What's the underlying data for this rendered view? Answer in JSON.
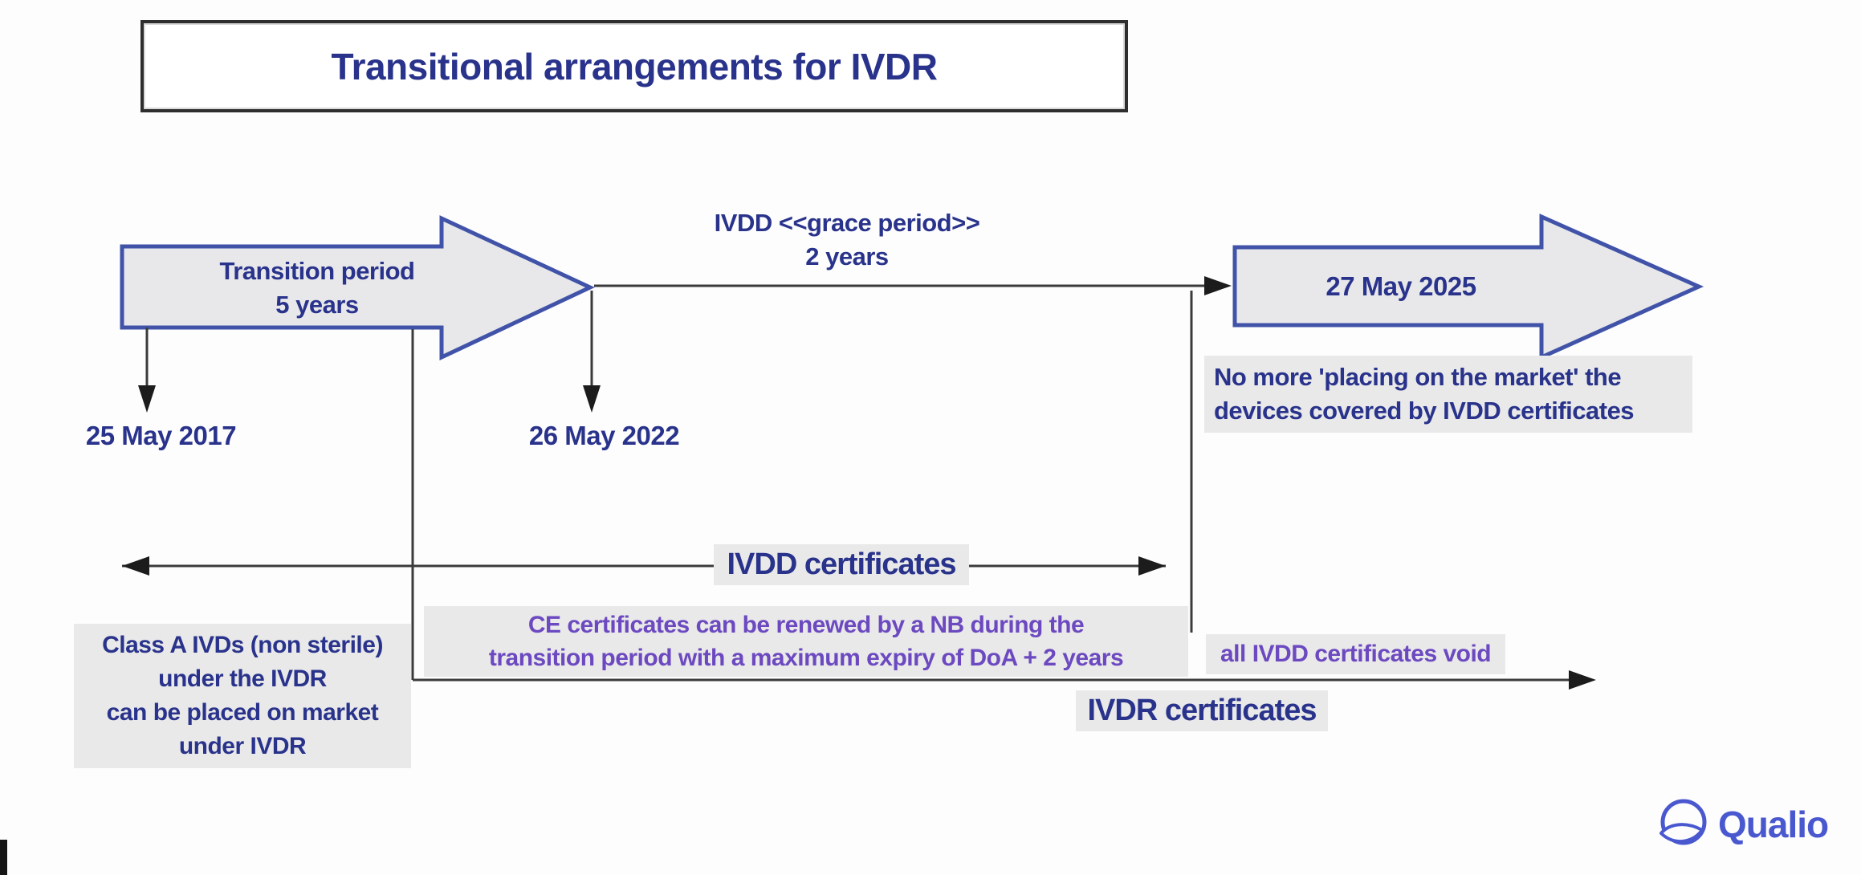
{
  "title": {
    "text": "Transitional arrangements for IVDR"
  },
  "colors": {
    "navy_text": "#29338b",
    "purple_text": "#6c49c0",
    "arrow_fill": "#e8e8eb",
    "arrow_border": "#4053a8",
    "highlight_bg": "#e9e9e9",
    "line": "#3b3b3b",
    "brand_blue": "#4a58d0"
  },
  "timeline": {
    "arrow1": {
      "label_line1": "Transition period",
      "label_line2": "5 years"
    },
    "grace": {
      "line1": "IVDD <<grace period>>",
      "line2": "2 years"
    },
    "arrow2": {
      "label": "27 May 2025"
    },
    "dates": {
      "start": "25 May 2017",
      "mid": "26 May 2022"
    }
  },
  "notes": {
    "no_more": {
      "line1": "No more 'placing on the market' the",
      "line2": "devices covered by IVDD certificates"
    },
    "ivdd_cert_label": "IVDD certificates",
    "ce_renew": {
      "line1": "CE certificates can be renewed by a NB during the",
      "line2": "transition period with a maximum expiry of DoA + 2 years"
    },
    "all_void": "all IVDD certificates void",
    "ivdr_cert_label": "IVDR certificates",
    "class_a": {
      "line1": "Class A IVDs (non sterile)",
      "line2": "under the IVDR",
      "line3": "can be placed on market",
      "line4": "under IVDR"
    }
  },
  "footer": {
    "brand": "Qualio"
  }
}
